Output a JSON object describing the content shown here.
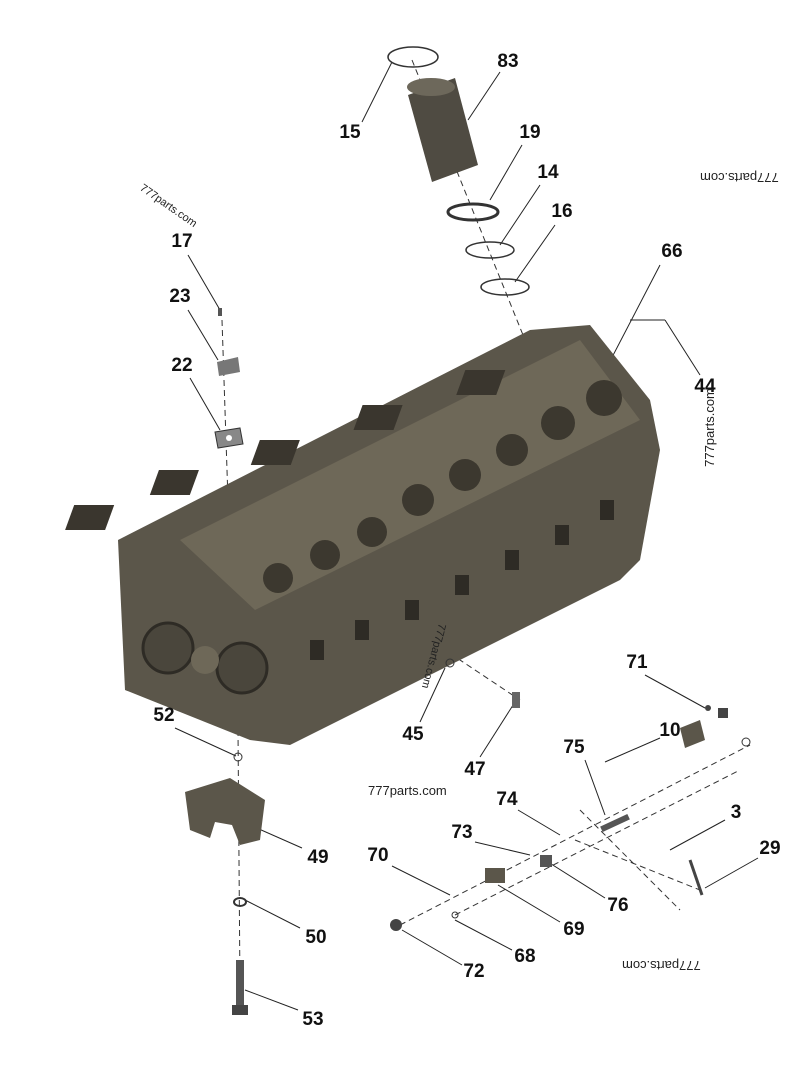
{
  "labels": {
    "p83": "83",
    "p15": "15",
    "p19": "19",
    "p14": "14",
    "p16": "16",
    "p66": "66",
    "p44": "44",
    "p17": "17",
    "p23": "23",
    "p22": "22",
    "p52": "52",
    "p49": "49",
    "p50": "50",
    "p53": "53",
    "p45": "45",
    "p47": "47",
    "p71": "71",
    "p10": "10",
    "p75": "75",
    "p3": "3",
    "p29": "29",
    "p73": "73",
    "p74": "74",
    "p70": "70",
    "p76": "76",
    "p69": "69",
    "p68": "68",
    "p72": "72"
  },
  "watermarks": [
    "777parts.com",
    "777parts.com",
    "777parts.com",
    "777parts.com",
    "777parts.com",
    "777parts.com"
  ],
  "colors": {
    "block": "#5b564a",
    "block_light": "#7a7464",
    "line": "#222222"
  }
}
